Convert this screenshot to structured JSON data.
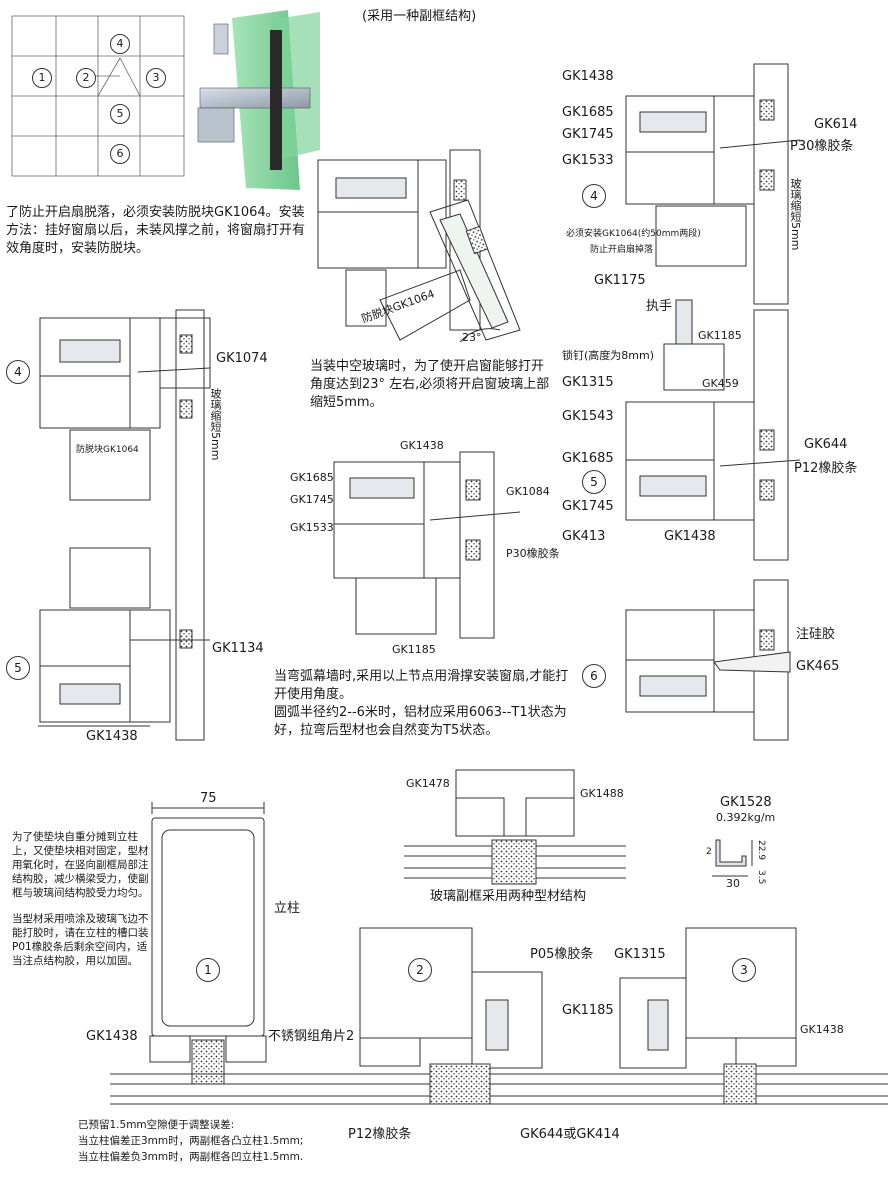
{
  "header": {
    "title": "(采用一种副框结构)"
  },
  "grid_key": {
    "markers": [
      "4",
      "1",
      "2",
      "3",
      "5",
      "6"
    ]
  },
  "notes": {
    "anti_drop": "了防止开启扇脱落，必须安装防脱块GK1064。安装方法：挂好窗扇以后，未装风撑之前，将窗扇打开有效角度时，安装防脱块。",
    "hollow_glass": "当装中空玻璃时，为了使开启窗能够打开角度达到23° 左右,必须将开启窗玻璃上部缩短5mm。",
    "arc_wall_1": "当弯弧幕墙时,采用以上节点用滑撑安装窗扇,才能打开使用角度。",
    "arc_wall_2": "圆弧半径约2--6米时，铝材应采用6063--T1状态为好，拉弯后型材也会自然变为T5状态。",
    "spacer_block": "为了使垫块自重分摊到立柱上，又使垫块相对固定，型材用氧化时，在竖向副框局部注结构胶，减少横梁受力，使副框与玻璃间结构胶受力均匀。",
    "spray_coating": "当型材采用喷涂及玻璃飞边不能打胶时，请在立柱的槽口装P01橡胶条后剩余空间内，适当注点结构胶，用以加固。",
    "gap_1": "已预留1.5mm空隙便于调整误差:",
    "gap_2": "当立柱偏差正3mm时，两副框各凸立柱1.5mm;",
    "gap_3": "当立柱偏差负3mm时，两副框各凹立柱1.5mm."
  },
  "labels": {
    "antidrop_block": "防脱块GK1064",
    "angle": "23°",
    "glass_shorten": "玻璃缩短5mm",
    "gk1074": "GK1074",
    "antidrop_small": "防脱块GK1064",
    "gk1134": "GK1134",
    "gk1438_a": "GK1438",
    "gk1438_b": "GK1438",
    "gk1685_b": "GK1685",
    "gk1745_b": "GK1745",
    "gk1533_b": "GK1533",
    "gk1084": "GK1084",
    "p30_b": "P30橡胶条",
    "gk1185_b": "GK1185",
    "gk1438_c": "GK1438",
    "gk1685_c": "GK1685",
    "gk1745_c": "GK1745",
    "gk1533_c": "GK1533",
    "gk614": "GK614",
    "p30_c": "P30橡胶条",
    "must_install": "必须安装GK1064(约50mm两段)",
    "antidrop_c": "防止开启扇掉落",
    "gk1175": "GK1175",
    "handle": "执手",
    "gk1185_d": "GK1185",
    "lock_nail": "锁钉(高度为8mm)",
    "gk1315_d": "GK1315",
    "gk459": "GK459",
    "gk1543": "GK1543",
    "gk1685_d": "GK1685",
    "gk1745_d": "GK1745",
    "gk413": "GK413",
    "gk1438_d": "GK1438",
    "gk644": "GK644",
    "p12_d": "P12橡胶条",
    "silicone": "注硅胶",
    "gk465": "GK465",
    "dim_75": "75",
    "mullion": "立柱",
    "gk1438_e": "GK1438",
    "ss_angle": "不锈钢组角片2",
    "p12_e": "P12橡胶条",
    "gk1478": "GK1478",
    "gk1488": "GK1488",
    "two_profiles": "玻璃副框采用两种型材结构",
    "gk1528": "GK1528",
    "weight": "0.392kg/m",
    "dim_2": "2",
    "dim_229": "22.9",
    "dim_35": "3.5",
    "dim_30": "30",
    "p05": "P05橡胶条",
    "gk1315_e": "GK1315",
    "gk1185_e": "GK1185",
    "gk1438_f": "GK1438",
    "gk644_or": "GK644或GK414"
  },
  "circles": {
    "c4a": "4",
    "c5a": "5",
    "c4b": "4",
    "c5b": "5",
    "c6b": "6",
    "c1": "1",
    "c2": "2",
    "c3": "3"
  }
}
